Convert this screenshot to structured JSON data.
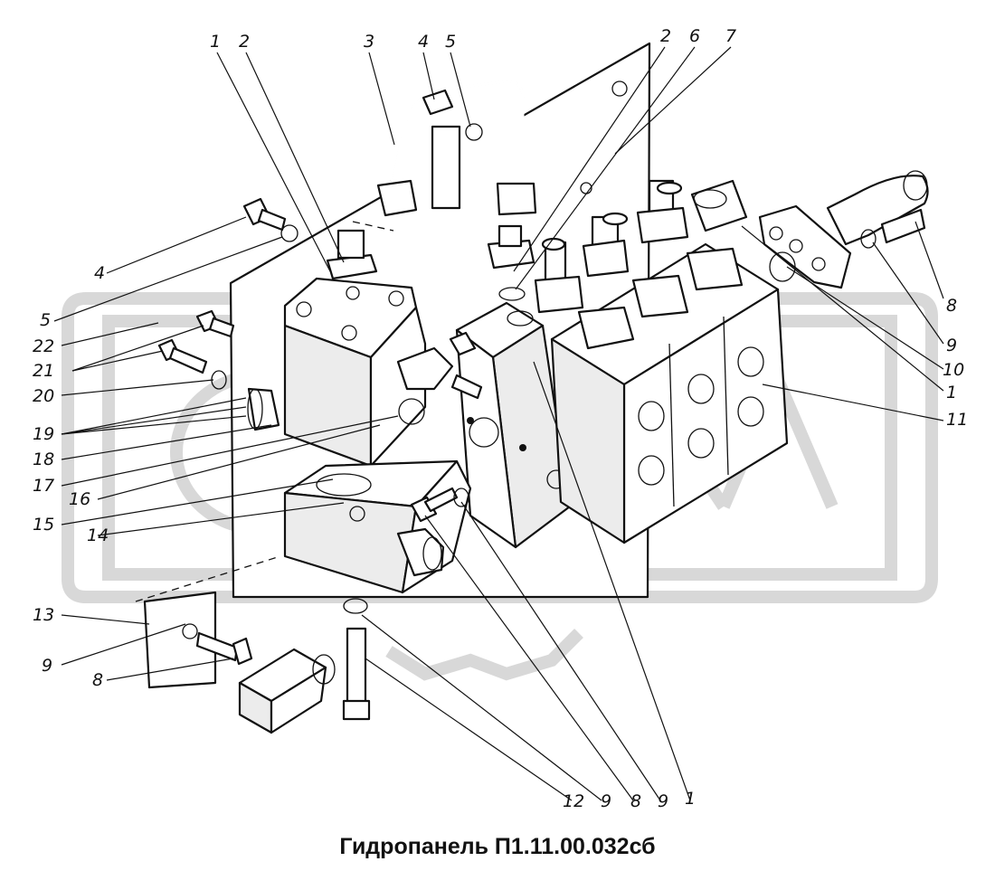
{
  "caption": "Гидропанель П1.11.00.032сб",
  "callouts": {
    "c1a": "1",
    "c2a": "2",
    "c3": "3",
    "c4a": "4",
    "c5a": "5",
    "c2b": "2",
    "c6": "6",
    "c7": "7",
    "c4b": "4",
    "c5b": "5",
    "c22": "22",
    "c21": "21",
    "c20": "20",
    "c19": "19",
    "c18": "18",
    "c17": "17",
    "c16": "16",
    "c15": "15",
    "c14": "14",
    "c13": "13",
    "c9a": "9",
    "c8a": "8",
    "c8b": "8",
    "c9b": "9",
    "c10": "10",
    "c1b": "1",
    "c11": "11",
    "c12": "12",
    "c9c": "9",
    "c8c": "8",
    "c9d": "9",
    "c1c": "1"
  }
}
